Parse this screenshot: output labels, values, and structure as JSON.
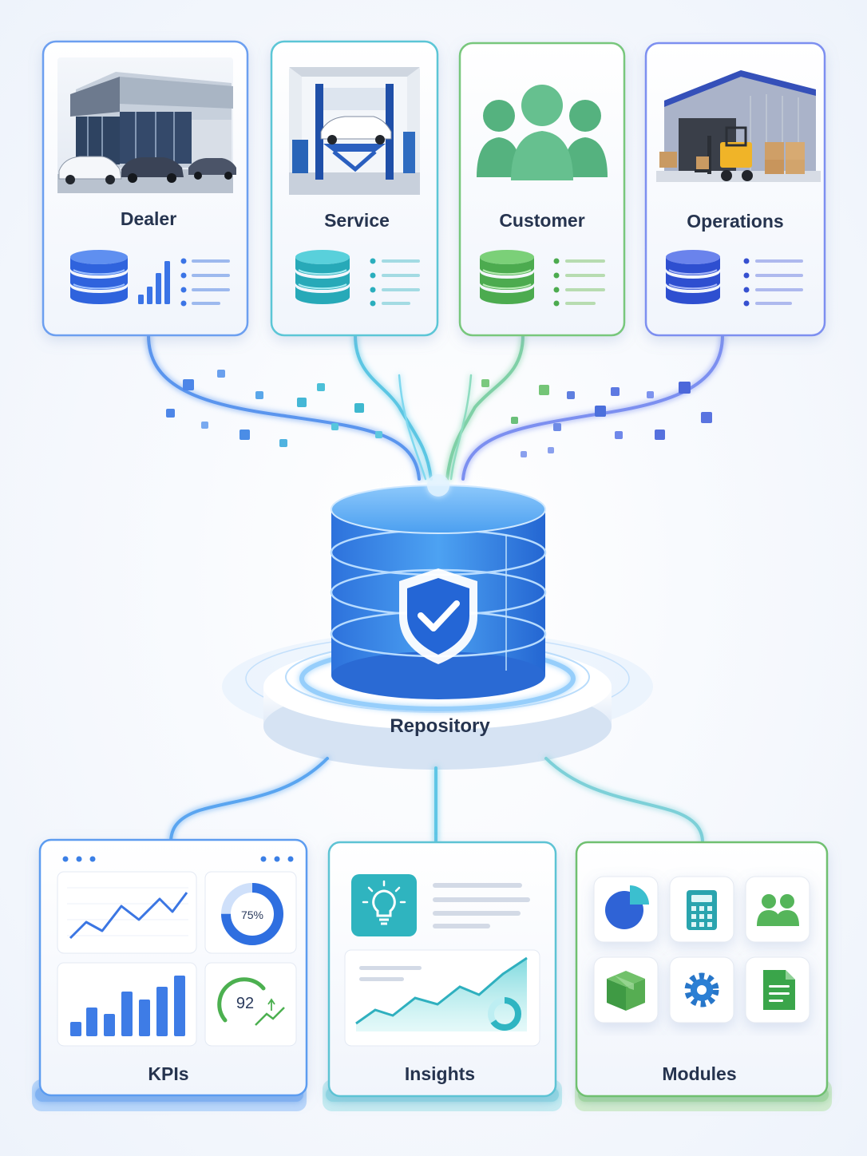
{
  "sources": [
    {
      "label": "Dealer",
      "accent": "#3b6fe0",
      "db_color": "#2f63dd",
      "scene_icon": "dealership-building-icon"
    },
    {
      "label": "Service",
      "accent": "#2fb3c7",
      "db_color": "#27a9b8",
      "scene_icon": "service-garage-lift-icon"
    },
    {
      "label": "Customer",
      "accent": "#5bb55f",
      "db_color": "#4cab4f",
      "scene_icon": "customer-group-icon"
    },
    {
      "label": "Operations",
      "accent": "#4a63d8",
      "db_color": "#2e4fd0",
      "scene_icon": "warehouse-forklift-icon"
    }
  ],
  "repository": {
    "label": "Repository",
    "icon": "shield-check-icon",
    "color": "#2f7fe6"
  },
  "outputs": [
    {
      "label": "KPIs",
      "accent": "#3a7ee6",
      "gauge_value": "75%",
      "score_value": "92"
    },
    {
      "label": "Insights",
      "accent": "#2fb5c2",
      "icon": "lightbulb-icon"
    },
    {
      "label": "Modules",
      "accent": "#5cb85f",
      "module_icons": [
        "pie-chart-icon",
        "calculator-icon",
        "users-icon",
        "box-icon",
        "gear-icon",
        "document-icon"
      ]
    }
  ]
}
